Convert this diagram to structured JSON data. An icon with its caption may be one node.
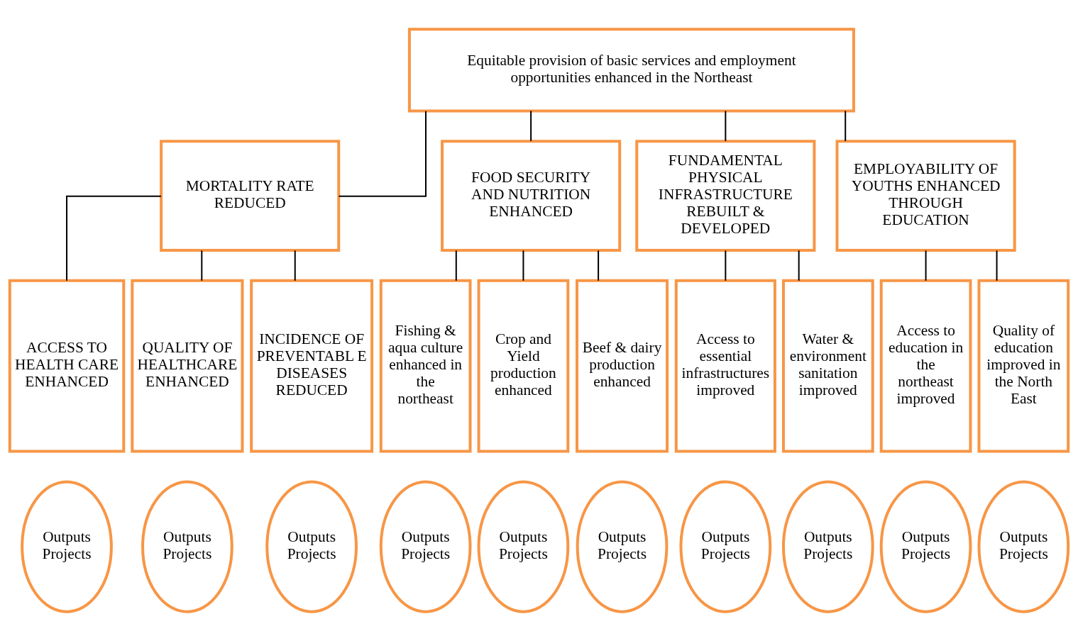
{
  "diagram": {
    "nodes": [
      {
        "text": [
          "Equitable provision of basic services and employment opportunities enhanced in the Northeast"
        ]
      },
      {
        "text": [
          "MORTALITY RATE REDUCED"
        ]
      },
      {
        "text": [
          "FOOD SECURITY AND NUTRITION ENHANCED"
        ]
      },
      {
        "text": [
          "FUNDAMENTAL PHYSICAL INFRASTRUCTURE REBUILT & DEVELOPED"
        ]
      },
      {
        "text": [
          "EMPLOYABILITY OF YOUTHS ENHANCED THROUGH EDUCATION"
        ]
      },
      {
        "text": [
          "ACCESS TO HEALTH CARE ENHANCED"
        ]
      },
      {
        "text": [
          "QUALITY OF HEALTHCARE ENHANCED"
        ]
      },
      {
        "text": [
          "INCIDENCE OF PREVENTABL E DISEASES REDUCED"
        ]
      },
      {
        "text": [
          "Fishing & aqua culture enhanced in the northeast"
        ]
      },
      {
        "text": [
          "Crop and Yield production enhanced"
        ]
      },
      {
        "text": [
          "Beef & dairy production enhanced"
        ]
      },
      {
        "text": [
          "Access to essential infrastructures improved"
        ]
      },
      {
        "text": [
          "Water & environment sanitation improved"
        ]
      },
      {
        "text": [
          "Access to education in the northeast improved"
        ]
      },
      {
        "text": [
          "Quality of education improved in the North East"
        ]
      },
      {
        "text": [
          "Outputs Projects"
        ]
      },
      {
        "text": [
          "Outputs Projects"
        ]
      },
      {
        "text": [
          "Outputs Projects"
        ]
      },
      {
        "text": [
          "Outputs Projects"
        ]
      },
      {
        "text": [
          "Outputs Projects"
        ]
      },
      {
        "text": [
          "Outputs Projects"
        ]
      },
      {
        "text": [
          "Outputs Projects"
        ]
      },
      {
        "text": [
          "Outputs Projects"
        ]
      },
      {
        "text": [
          "Outputs Projects"
        ]
      },
      {
        "text": [
          "Outputs Projects"
        ]
      }
    ],
    "edges": [
      {
        "from": 0,
        "to": 1,
        "arrow": "none"
      },
      {
        "from": 0,
        "to": 2,
        "arrow": "none"
      },
      {
        "from": 0,
        "to": 3,
        "arrow": "none"
      },
      {
        "from": 0,
        "to": 4,
        "arrow": "none"
      },
      {
        "from": 1,
        "to": 5,
        "arrow": "none"
      },
      {
        "from": 1,
        "to": 6,
        "arrow": "none"
      },
      {
        "from": 1,
        "to": 7,
        "arrow": "none"
      },
      {
        "from": 2,
        "to": 8,
        "arrow": "none"
      },
      {
        "from": 2,
        "to": 9,
        "arrow": "none"
      },
      {
        "from": 2,
        "to": 10,
        "arrow": "none"
      },
      {
        "from": 3,
        "to": 11,
        "arrow": "none"
      },
      {
        "from": 3,
        "to": 12,
        "arrow": "none"
      },
      {
        "from": 4,
        "to": 13,
        "arrow": "none"
      },
      {
        "from": 4,
        "to": 14,
        "arrow": "none"
      }
    ]
  }
}
